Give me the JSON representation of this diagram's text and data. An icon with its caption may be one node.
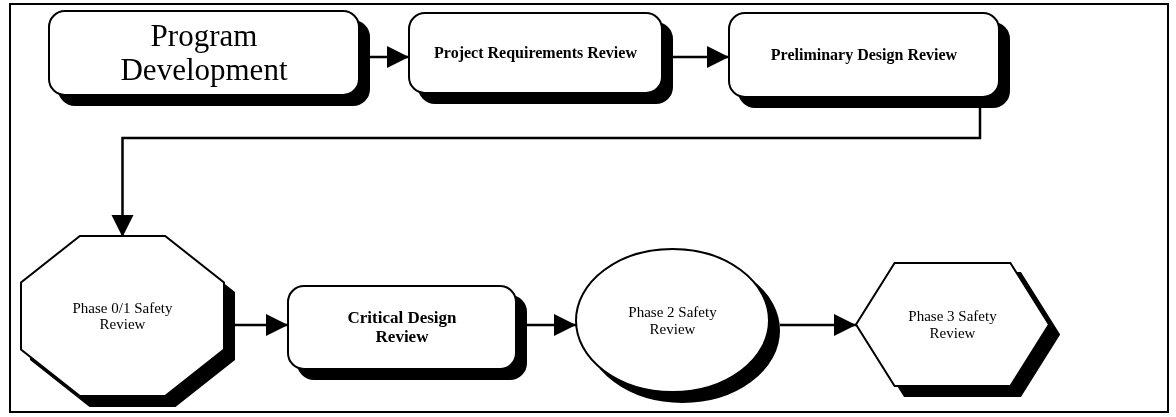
{
  "diagram": {
    "nodes": [
      {
        "text": [
          "Program Development"
        ]
      },
      {
        "text": [
          "Project Requirements Review"
        ]
      },
      {
        "text": [
          "Preliminary Design Review"
        ]
      },
      {
        "text": [
          "Phase 0/1 Safety Review"
        ]
      },
      {
        "text": [
          "Critical Design Review"
        ]
      },
      {
        "text": [
          "Phase 2 Safety Review"
        ]
      },
      {
        "text": [
          "Phase 3 Safety Review"
        ]
      }
    ],
    "edges": [
      {
        "from": 0,
        "to": 1,
        "arrow": "to"
      },
      {
        "from": 1,
        "to": 2,
        "arrow": "to"
      },
      {
        "from": 2,
        "to": 3,
        "arrow": "to"
      },
      {
        "from": 3,
        "to": 4,
        "arrow": "to"
      },
      {
        "from": 4,
        "to": 5,
        "arrow": "to"
      },
      {
        "from": 5,
        "to": 6,
        "arrow": "to"
      }
    ]
  }
}
